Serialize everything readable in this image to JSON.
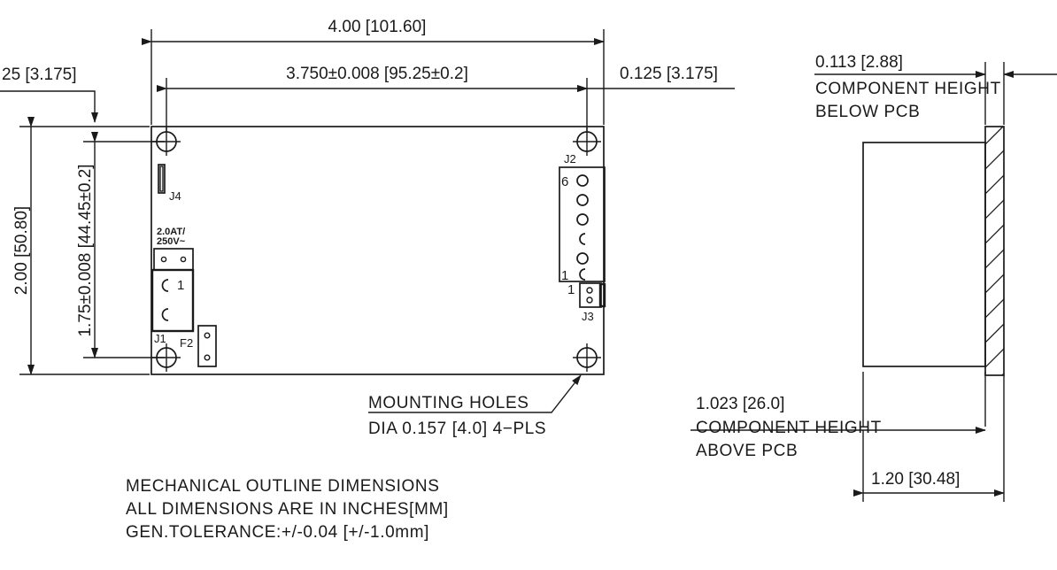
{
  "drawing": {
    "title": "MECHANICAL OUTLINE DIMENSIONS",
    "units_note": "ALL DIMENSIONS ARE IN INCHES[MM]",
    "tolerance_note": "GEN.TOLERANCE:+/-0.04 [+/-1.0mm]"
  },
  "top_view": {
    "dimensions": {
      "overall_width": "4.00  [101.60]",
      "hole_spacing_width": "3.750±0.008  [95.25±0.2]",
      "edge_offset_right": "0.125  [3.175]",
      "edge_offset_left": "25  [3.175]",
      "overall_height": "2.00  [50.80]",
      "hole_spacing_height": "1.75±0.008  [44.45±0.2]"
    },
    "callout": {
      "line1": "MOUNTING HOLES",
      "line2": "DIA 0.157 [4.0] 4−PLS"
    },
    "components": {
      "j4_label": "J4",
      "j1_label": "J1",
      "f2_label": "F2",
      "j2_label": "J2",
      "j3_label": "J3",
      "fuse_rating_line1": "2.0AT/",
      "fuse_rating_line2": "250V~",
      "j1_pin1": "1",
      "j2_pin_top": "6",
      "j2_pin_bottom": "1",
      "j3_pin1": "1"
    }
  },
  "side_view": {
    "dimensions": {
      "below_pcb_value": "0.113  [2.88]",
      "below_pcb_line1": "COMPONENT HEIGHT",
      "below_pcb_line2": "BELOW PCB",
      "above_pcb_value": "1.023  [26.0]",
      "above_pcb_line1": "COMPONENT HEIGHT",
      "above_pcb_line2": "ABOVE PCB",
      "total_depth": "1.20  [30.48]"
    }
  },
  "colors": {
    "line": "#1a1a1a",
    "background": "#ffffff"
  }
}
